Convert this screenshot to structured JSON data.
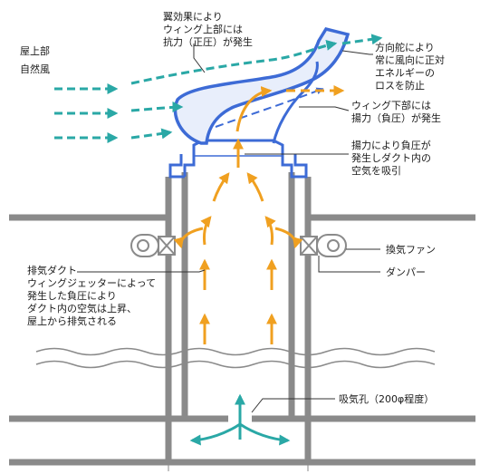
{
  "labels": {
    "rooftop": "屋上部",
    "natural_wind": "自然風",
    "wing_effect": [
      "翼効果により",
      "ウィング上部には",
      "抗力（正圧）が発生"
    ],
    "rudder": [
      "方向舵により",
      "常に風向に正対",
      "エネルギーの",
      "ロスを防止"
    ],
    "wing_lower": [
      "ウィング下部には",
      "揚力（負圧）が発生"
    ],
    "lift_negative": [
      "揚力により負圧が",
      "発生しダクト内の",
      "空気を吸引"
    ],
    "exhaust_fan": "換気ファン",
    "damper": "ダンパー",
    "exhaust_duct": [
      "排気ダクト",
      "ウィングジェッターによって",
      "発生した負圧により",
      "ダクト内の空気は上昇、",
      "屋上から排気される"
    ],
    "intake_hole": "吸気孔（200φ程度）"
  },
  "colors": {
    "frame": "#8a8a8a",
    "frame_dark": "#6e6e6e",
    "wing_blue": "#3d6bd6",
    "wing_fill": "#e8eefb",
    "wind_teal": "#2aa8a6",
    "air_orange": "#f0a020",
    "leader": "#333333"
  }
}
